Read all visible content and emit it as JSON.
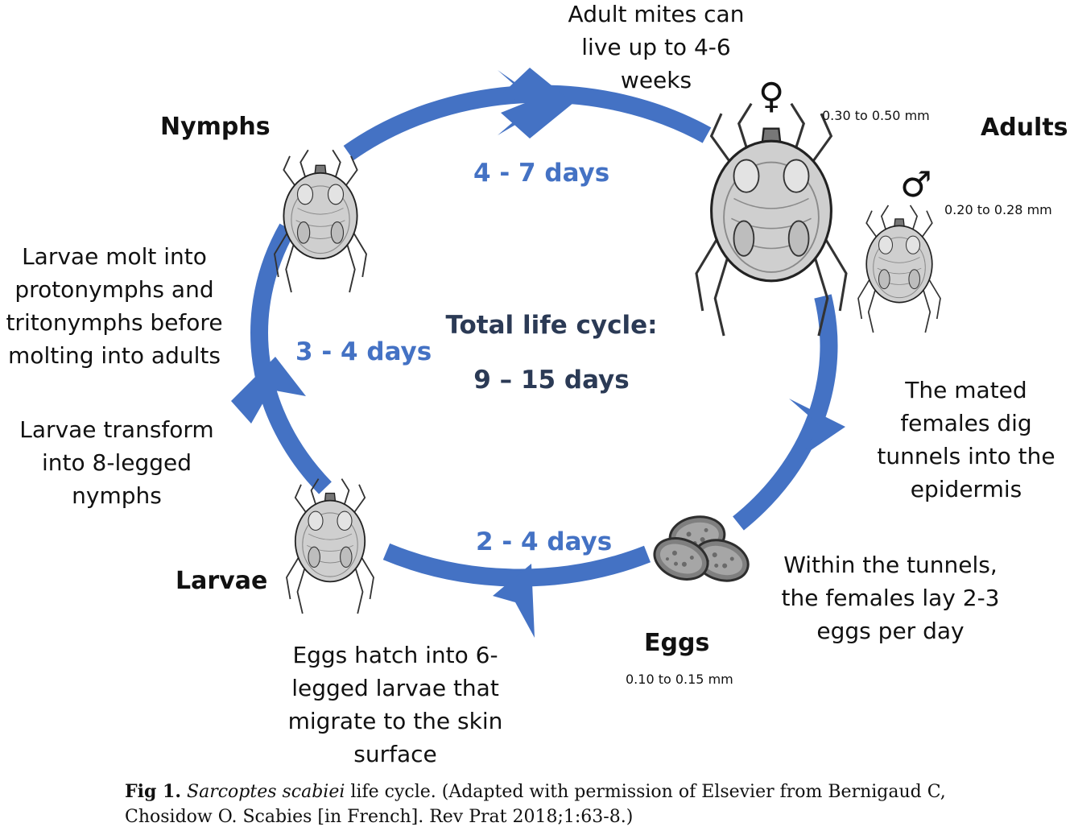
{
  "stages": {
    "nymphs": "Nymphs",
    "adults": "Adults",
    "eggs": "Eggs",
    "larvae": "Larvae"
  },
  "sizes": {
    "female": "0.30 to 0.50 mm",
    "male": "0.20 to 0.28 mm",
    "eggs": "0.10 to 0.15 mm"
  },
  "symbols": {
    "female": "♀",
    "male": "♂"
  },
  "durations": {
    "nymphs_to_adults": "4 - 7 days",
    "larvae_to_nymphs": "3 - 4 days",
    "eggs_to_larvae": "2 - 4 days"
  },
  "total": {
    "label": "Total life cycle:",
    "value": "9 – 15 days"
  },
  "notes": {
    "adult_life": [
      "Adult mites can",
      "live up to 4-6",
      "weeks"
    ],
    "tunnels": [
      "The mated",
      "females dig",
      "tunnels into the",
      "epidermis"
    ],
    "lay_eggs": [
      "Within the tunnels,",
      "the females lay 2-3",
      "eggs per day"
    ],
    "hatch": [
      "Eggs hatch into 6-",
      "legged larvae that",
      "migrate to the skin",
      "surface"
    ],
    "transform": [
      "Larvae transform",
      "into 8-legged",
      "nymphs"
    ],
    "molt": [
      "Larvae molt into",
      "protonymphs and",
      "tritonymphs before",
      "molting into adults"
    ]
  },
  "caption": {
    "fig_label": "Fig 1.",
    "species": "Sarcoptes scabiei",
    "text_line1": " life cycle. (Adapted with permission of Elsevier from Bernigaud C,",
    "text_line2": "Chosidow O. Scabies [in French]. Rev Prat 2018;1:63-8.)"
  },
  "colors": {
    "cycle": "#4472c4",
    "duration_text": "#4472c4",
    "total_text": "#2b3a55"
  },
  "icons": [
    "mite-illustration",
    "egg-cluster",
    "female-symbol",
    "male-symbol"
  ]
}
